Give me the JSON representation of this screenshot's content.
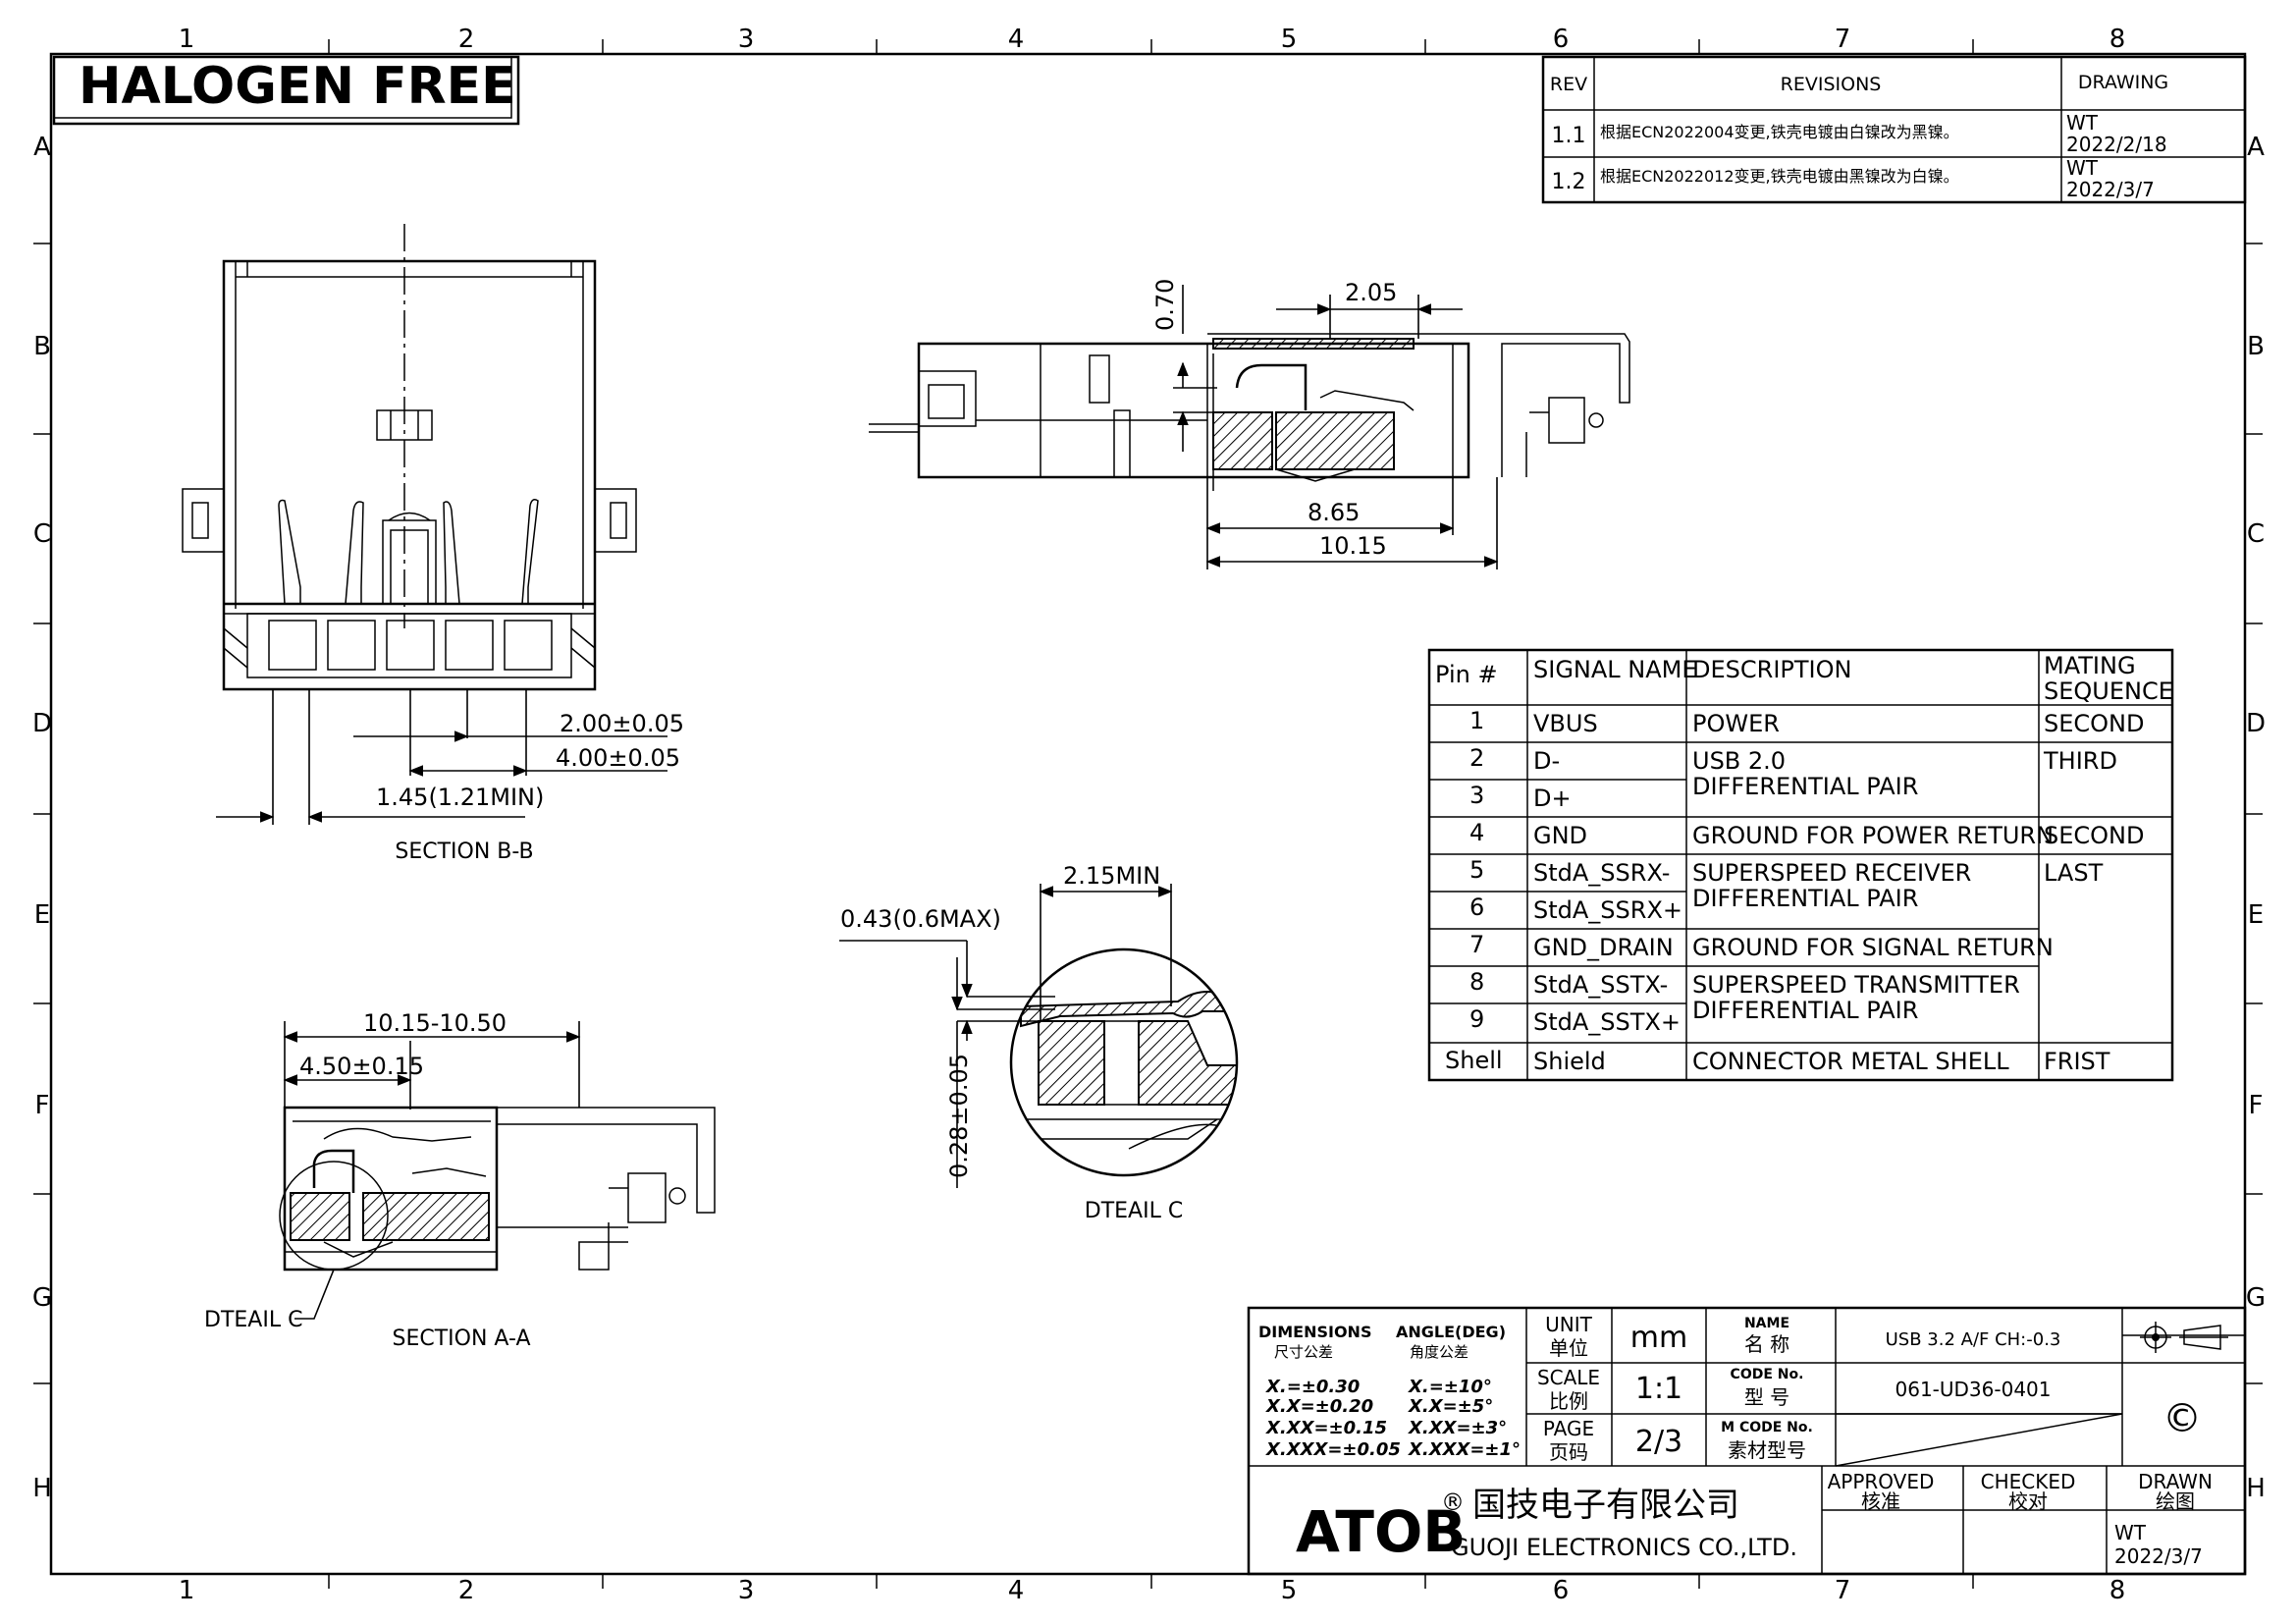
{
  "border": {
    "columns": [
      "1",
      "2",
      "3",
      "4",
      "5",
      "6",
      "7",
      "8"
    ],
    "rows": [
      "A",
      "B",
      "C",
      "D",
      "E",
      "F",
      "G",
      "H"
    ]
  },
  "banner": "HALOGEN FREE",
  "revisions": {
    "headers": {
      "rev": "REV",
      "revisions": "REVISIONS",
      "drawing": "DRAWING"
    },
    "rows": [
      {
        "rev": "1.1",
        "text": "根据ECN2022004变更,铁壳电镀由白镍改为黑镍。",
        "by": "WT",
        "date": "2022/2/18"
      },
      {
        "rev": "1.2",
        "text": "根据ECN2022012变更,铁壳电镀由黑镍改为白镍。",
        "by": "WT",
        "date": "2022/3/7"
      }
    ]
  },
  "dimensions": {
    "d_070": "0.70",
    "d_205": "2.05",
    "d_865": "8.65",
    "d_1015": "10.15",
    "d_200": "2.00±0.05",
    "d_400": "4.00±0.05",
    "d_145": "1.45(1.21MIN)",
    "d_215": "2.15MIN",
    "d_043": "0.43(0.6MAX)",
    "d_028": "0.28±0.05",
    "d_10151050": "10.15-10.50",
    "d_450": "4.50±0.15"
  },
  "labels": {
    "section_bb": "SECTION B-B",
    "section_aa": "SECTION A-A",
    "detail_c": "DTEAIL C",
    "detail_c_callout": "DTEAIL C"
  },
  "pin_table": {
    "headers": {
      "pin": "Pin #",
      "signal": "SIGNAL NAME",
      "desc": "DESCRIPTION",
      "mating1": "MATING",
      "mating2": "SEQUENCE"
    },
    "pins": [
      "1",
      "2",
      "3",
      "4",
      "5",
      "6",
      "7",
      "8",
      "9",
      "Shell"
    ],
    "signals": [
      "VBUS",
      "D-",
      "D+",
      "GND",
      "StdA_SSRX-",
      "StdA_SSRX+",
      "GND_DRAIN",
      "StdA_SSTX-",
      "StdA_SSTX+",
      "Shield"
    ],
    "descs": [
      [
        "POWER"
      ],
      [
        "USB 2.0",
        "DIFFERENTIAL PAIR"
      ],
      [
        "GROUND FOR POWER RETURN"
      ],
      [
        "SUPERSPEED RECEIVER",
        "DIFFERENTIAL PAIR"
      ],
      [
        "GROUND FOR SIGNAL RETURN"
      ],
      [
        "SUPERSPEED TRANSMITTER",
        "DIFFERENTIAL PAIR"
      ],
      [
        "CONNECTOR METAL SHELL"
      ]
    ],
    "matings": [
      "SECOND",
      "THIRD",
      "SECOND",
      "LAST",
      "FRIST"
    ]
  },
  "title_block": {
    "dimensions_label": "DIMENSIONS",
    "dimensions_cn": "尺寸公差",
    "angle_label": "ANGLE(DEG)",
    "angle_cn": "角度公差",
    "tol_lin": [
      "X.=±0.30",
      "X.X=±0.20",
      "X.XX=±0.15",
      "X.XXX=±0.05"
    ],
    "tol_ang": [
      "X.=±10°",
      "X.X=±5°",
      "X.XX=±3°",
      "X.XXX=±1°"
    ],
    "unit_label": "UNIT",
    "unit_cn": "单位",
    "unit_value": "mm",
    "scale_label": "SCALE",
    "scale_cn": "比例",
    "scale_value": "1:1",
    "page_label": "PAGE",
    "page_cn": "页码",
    "page_value": "2/3",
    "name_label": "NAME",
    "name_cn": "名    称",
    "name_value": "USB 3.2 A/F  CH:-0.3",
    "code_label": "CODE No.",
    "code_cn": "型    号",
    "code_value": "061-UD36-0401",
    "mcode_label": "M CODE No.",
    "mcode_cn": "素材型号",
    "mcode_value": "",
    "approved": "APPROVED",
    "approved_cn": "核准",
    "checked": "CHECKED",
    "checked_cn": "校对",
    "drawn": "DRAWN",
    "drawn_cn": "绘图",
    "drawn_by": "WT",
    "drawn_date": "2022/3/7",
    "copyright": "©",
    "company_logo": "ATOB",
    "registered": "®",
    "company_cn": "国技电子有限公司",
    "company_en": "GUOJI ELECTRONICS CO.,LTD."
  }
}
